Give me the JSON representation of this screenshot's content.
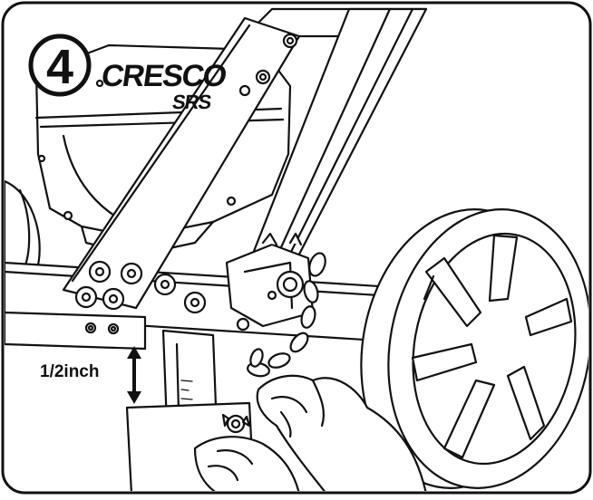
{
  "step": {
    "number": "4"
  },
  "brand": {
    "name": "CRESCO",
    "model": "SRS"
  },
  "measurement": {
    "label": "1/2inch"
  }
}
